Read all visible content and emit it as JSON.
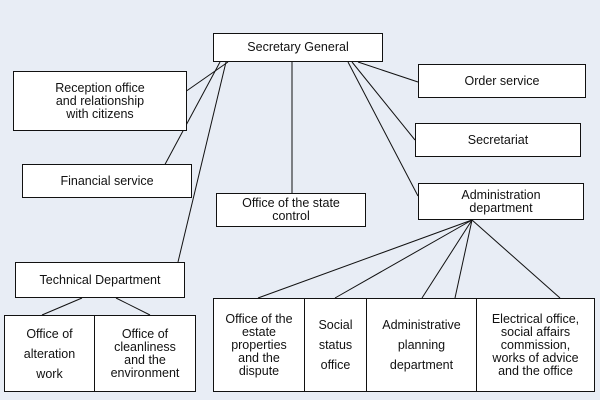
{
  "secretary_general": "Secretary General",
  "reception": "Reception office\nand relationship\nwith citizens",
  "order_service": "Order service",
  "secretariat": "Secretariat",
  "financial": "Financial service",
  "state_control": "Office of the state\ncontrol",
  "administration": "Administration\ndepartment",
  "technical": "Technical Department",
  "technical_children": [
    "Office of\nalteration\nwork",
    "Office of\ncleanliness\nand the\nenvironment"
  ],
  "admin_children": [
    "Office of the\nestate\nproperties\nand the\ndispute",
    "Social\nstatus\noffice",
    "Administrative\nplanning\ndepartment",
    "Electrical office,\nsocial affairs\ncommission,\nworks of advice\nand the office"
  ],
  "colors": {
    "background": "#e8edf5",
    "box": "#ffffff",
    "line": "#111111"
  }
}
